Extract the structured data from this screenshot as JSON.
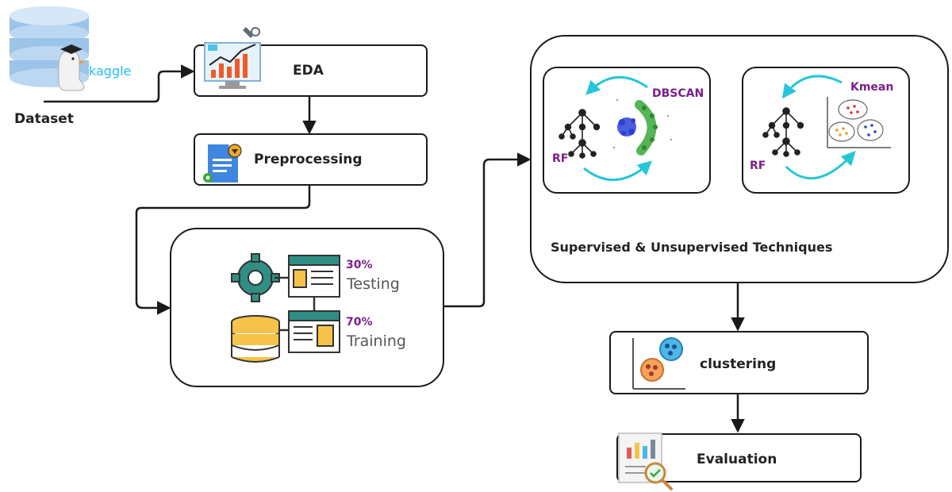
{
  "dataset": {
    "label": "Dataset",
    "source": "kaggle"
  },
  "steps": {
    "eda": "EDA",
    "preprocessing": "Preprocessing",
    "clustering": "clustering",
    "evaluation": "Evaluation"
  },
  "split": {
    "testing_pct": "30%",
    "testing_label": "Testing",
    "training_pct": "70%",
    "training_label": "Training"
  },
  "techniques": {
    "title": "Supervised & Unsupervised Techniques",
    "left": {
      "algo": "DBSCAN",
      "model": "RF"
    },
    "right": {
      "algo": "Kmean",
      "model": "RF"
    }
  },
  "colors": {
    "accent_purple": "#7b1f8c",
    "cycle_arrow": "#26c6d9",
    "dbscan_green": "#3aa83a",
    "dbscan_blue": "#2b3fd6",
    "database_yellow": "#f5c24a",
    "panel_teal": "#2f8f84"
  }
}
